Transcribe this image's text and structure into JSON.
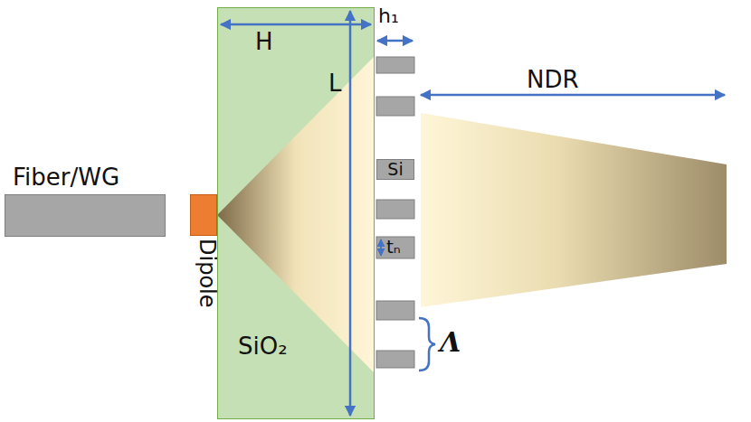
{
  "diagram": {
    "nodes": [
      {
        "text": [
          "Fiber/WG"
        ]
      },
      {
        "text": [
          "Dipole"
        ]
      },
      {
        "text": [
          "SiO₂"
        ]
      },
      {
        "text": [
          "Si"
        ]
      }
    ],
    "labels": [
      "H",
      "L",
      "h₁",
      "NDR",
      "tₙ",
      "Λ"
    ]
  }
}
